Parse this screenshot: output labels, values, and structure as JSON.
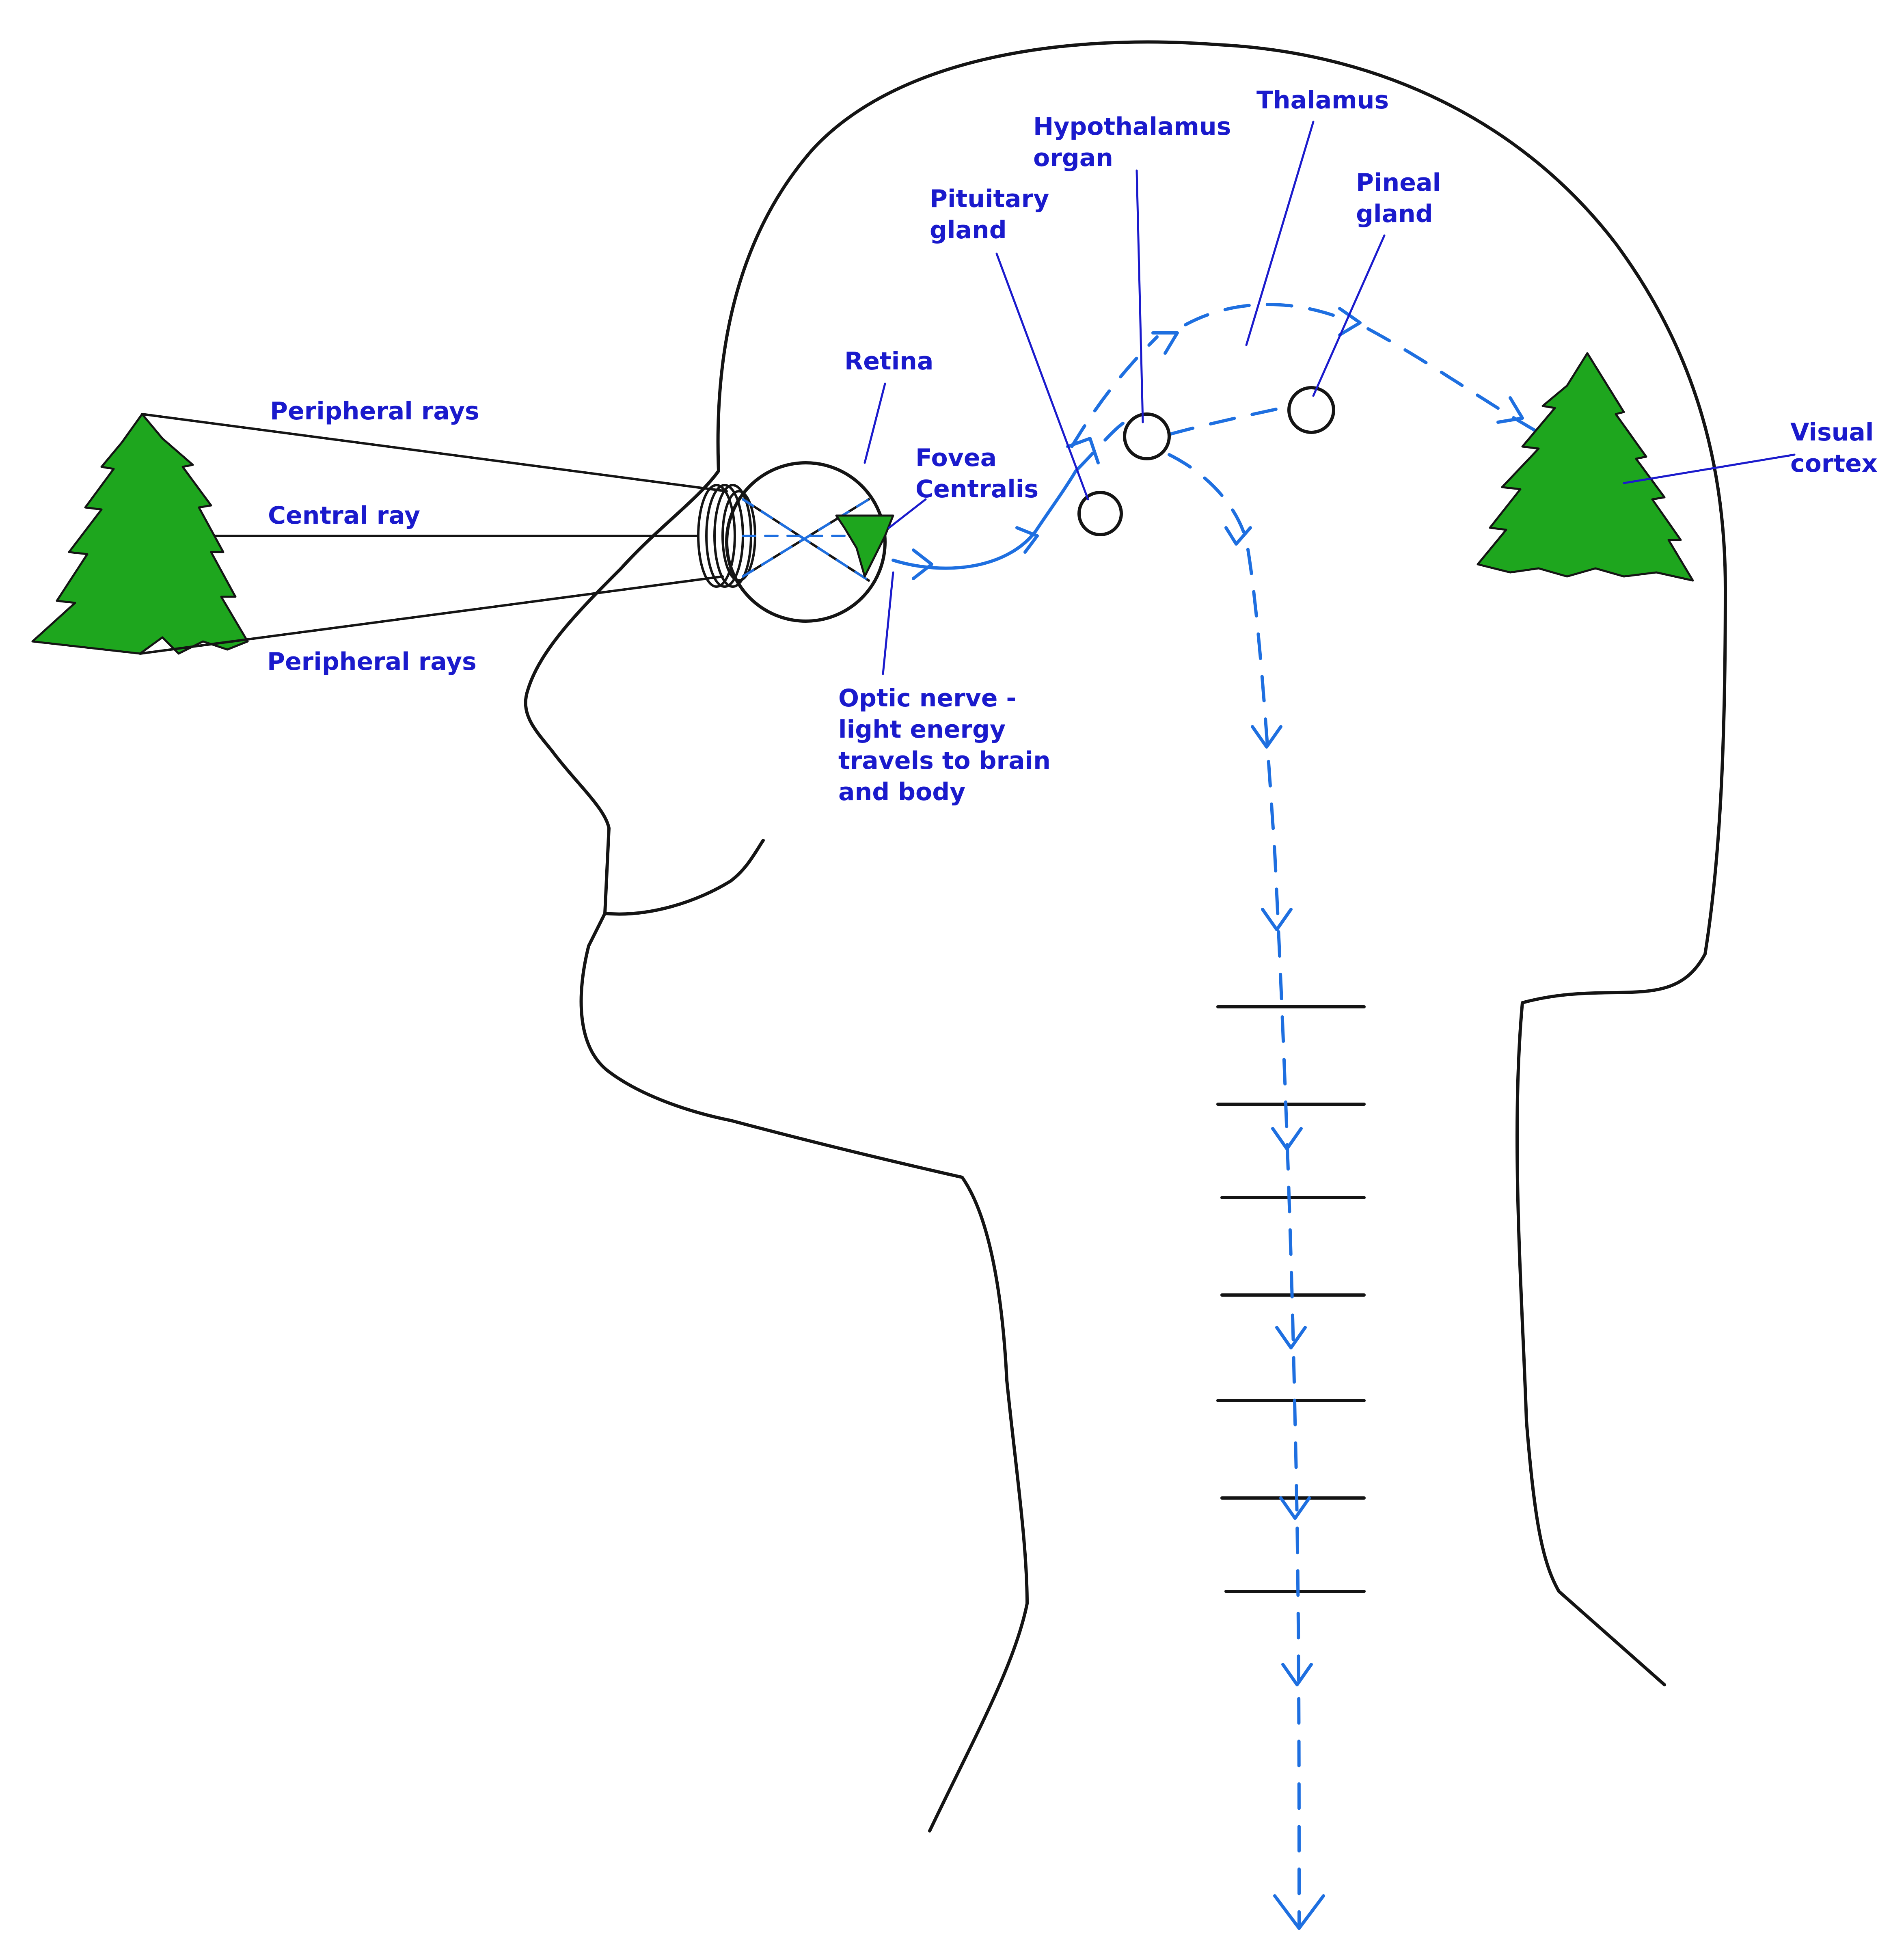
{
  "labels": {
    "peripheral_rays_top": "Peripheral rays",
    "central_ray": "Central ray",
    "peripheral_rays_bottom": "Peripheral rays",
    "retina": "Retina",
    "fovea_line1": "Fovea",
    "fovea_line2": "Centralis",
    "optic_line1": "Optic nerve -",
    "optic_line2": "light energy",
    "optic_line3": "travels to brain",
    "optic_line4": "and body",
    "pituitary_line1": "Pituitary",
    "pituitary_line2": "gland",
    "hypothalamus_line1": "Hypothalamus",
    "hypothalamus_line2": "organ",
    "thalamus": "Thalamus",
    "pineal_line1": "Pineal",
    "pineal_line2": "gland",
    "visual_line1": "Visual",
    "visual_line2": "cortex"
  },
  "colors": {
    "label_text": "#1a1acc",
    "light_flow": "#1e6fe0",
    "tree_fill": "#1ea61e",
    "outline": "#141414"
  },
  "icons": {
    "object": "tree-icon",
    "image_on_retina": "inverted-tree-icon",
    "perceived_image": "tree-icon"
  }
}
